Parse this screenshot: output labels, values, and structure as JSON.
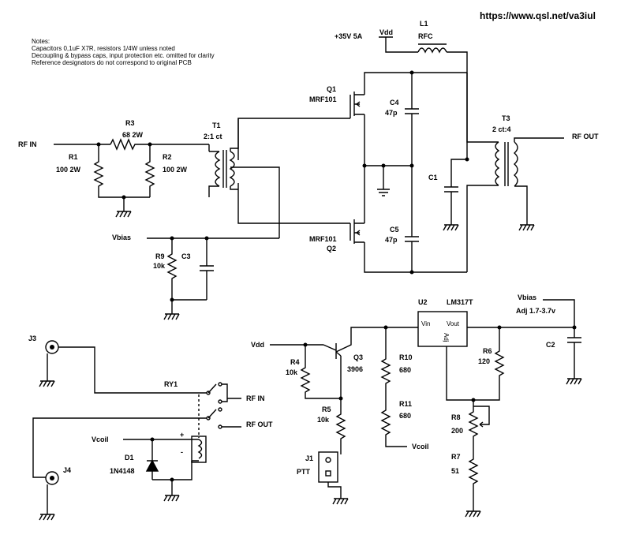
{
  "url": "https://www.qsl.net/va3iul",
  "notes": {
    "title": "Notes:",
    "lines": [
      "Capacitors 0,1uF X7R, resistors 1/4W unless noted",
      "Decoupling & bypass caps, input protection etc. omitted for clarity",
      "Reference designators do not correspond to original PCB"
    ]
  },
  "labels": {
    "supply": "+35V 5A",
    "vdd": "Vdd",
    "l1": "L1",
    "rfc": "RFC",
    "q1": "Q1",
    "q1_part": "MRF101",
    "q2": "Q2",
    "q2_part": "MRF101",
    "c4": "C4",
    "c4_val": "47p",
    "c5": "C5",
    "c5_val": "47p",
    "c1": "C1",
    "t3": "T3",
    "t3_ratio": "2 ct:4",
    "rf_out": "RF OUT",
    "rf_in": "RF IN",
    "r3": "R3",
    "r3_val": "68 2W",
    "t1": "T1",
    "t1_ratio": "2:1 ct",
    "r1": "R1",
    "r1_val": "100 2W",
    "r2": "R2",
    "r2_val": "100 2W",
    "vbias": "Vbias",
    "r9": "R9",
    "r9_val": "10k",
    "c3": "C3",
    "j3": "J3",
    "ry1": "RY1",
    "relay_rf_in": "RF IN",
    "relay_rf_out": "RF OUT",
    "vcoil": "Vcoil",
    "plus": "+",
    "minus": "-",
    "d1": "D1",
    "d1_part": "1N4148",
    "j4": "J4",
    "vdd2": "Vdd",
    "r4": "R4",
    "r4_val": "10k",
    "q3": "Q3",
    "q3_part": "3906",
    "r5": "R5",
    "r5_val": "10k",
    "j1": "J1",
    "ptt": "PTT",
    "r10": "R10",
    "r10_val": "680",
    "r11": "R11",
    "r11_val": "680",
    "vcoil2": "Vcoil",
    "u2": "U2",
    "u2_part": "LM317T",
    "vin": "Vin",
    "vout": "Vout",
    "adj": "Adj",
    "vbias2": "Vbias",
    "adj_range": "Adj 1.7-3.7v",
    "r6": "R6",
    "r6_val": "120",
    "c2": "C2",
    "r8": "R8",
    "r8_val": "200",
    "r7": "R7",
    "r7_val": "51"
  }
}
